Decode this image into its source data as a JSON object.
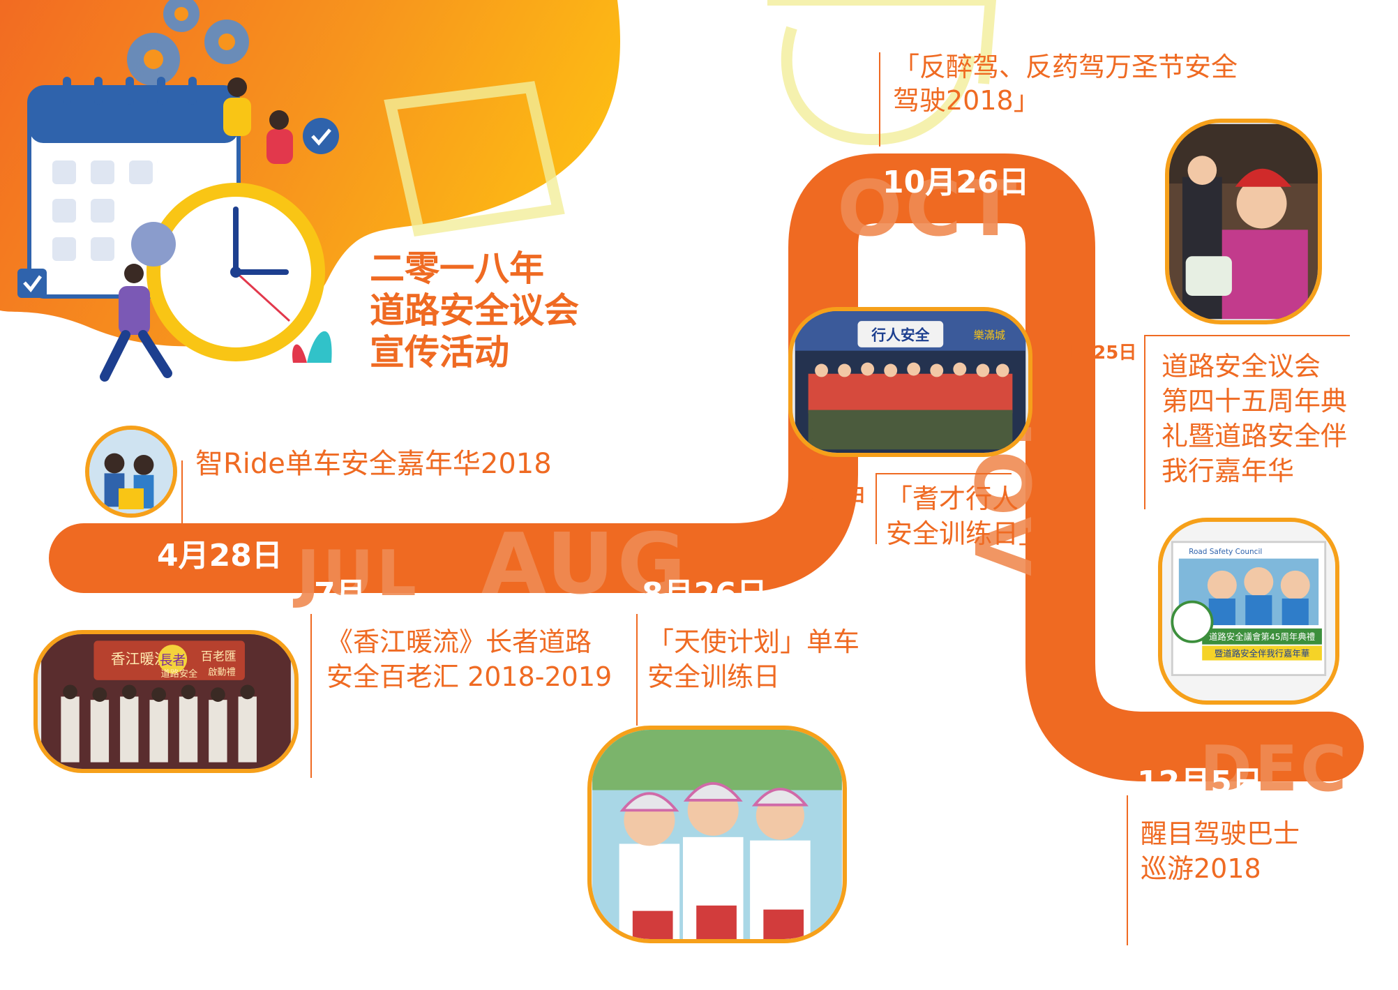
{
  "title": {
    "line1": "二零一八年",
    "line2": "道路安全议会",
    "line3": "宣传活动"
  },
  "months": {
    "jul": "JUL",
    "aug": "AUG",
    "oct": "OCT",
    "nov": "NOV",
    "dec": "DEC"
  },
  "events": [
    {
      "date": "4月28日",
      "caption": "智Ride单车安全嘉年华2018"
    },
    {
      "date": "7月",
      "caption_line1": "《香江暖流》长者道路",
      "caption_line2": "安全百老汇 2018-2019"
    },
    {
      "date": "8月26日",
      "caption_line1": "「天使计划」单车",
      "caption_line2": "安全训练日"
    },
    {
      "date": "10月5日",
      "caption_line1": "「耆才行人",
      "caption_line2": "安全训练日」"
    },
    {
      "date": "10月26日",
      "caption_line1": "「反醉驾、反药驾万圣节安全",
      "caption_line2": "驾驶2018」"
    },
    {
      "date": "11月25日",
      "caption_line1": "道路安全议会",
      "caption_line2": "第四十五周年典",
      "caption_line3": "礼暨道路安全伴",
      "caption_line4": "我行嘉年华"
    },
    {
      "date": "12月5日",
      "caption_line1": "醒目驾驶巴士",
      "caption_line2": "巡游2018"
    }
  ],
  "photo_texts": {
    "stage_banner_top": "香江暖流",
    "stage_banner_badge": "長者",
    "stage_banner_right": "百老匯",
    "stage_banner_sub": "道路安全",
    "stage_banner_sub2": "啟動禮",
    "pedestrian_banner": "行人安全",
    "pedestrian_banner_right": "樂滿城",
    "frame_header": "Road Safety Council",
    "frame_banner1": "道路安全議會第45周年典禮",
    "frame_banner2": "暨道路安全伴我行嘉年華"
  },
  "colors": {
    "orange": "#ef6a22",
    "yellow": "#f6a01a",
    "road": "#ef6a22",
    "month_watermark": "#f08b53"
  }
}
